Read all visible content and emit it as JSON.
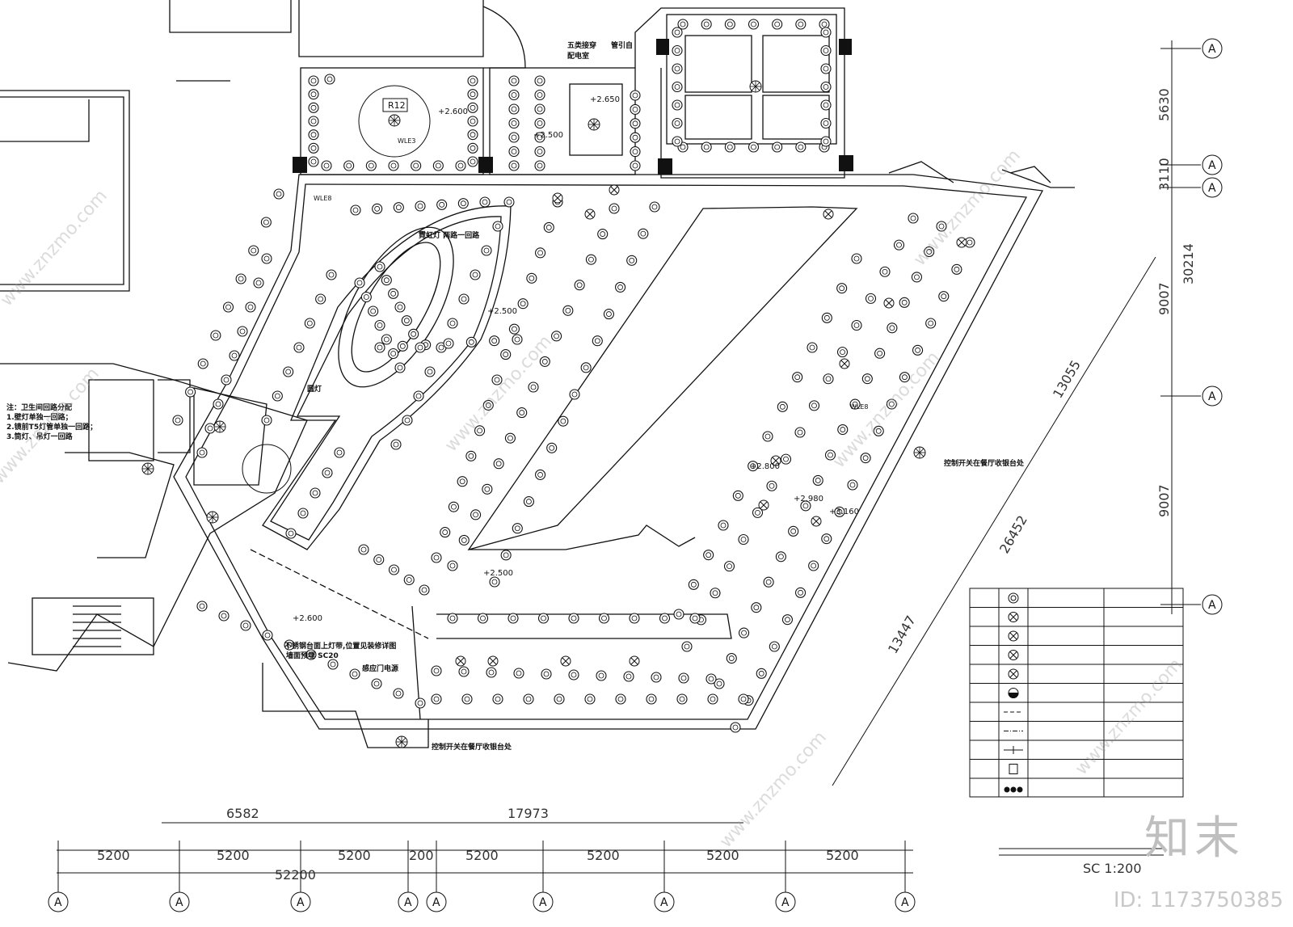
{
  "drawing": {
    "rooms": {
      "r12": "R12",
      "wle3": "WLE3",
      "wle8_a": "WLE8",
      "wle8_b": "WLE8"
    },
    "notes": {
      "weak_current": "五类接穿",
      "pipe_lead": "管引自",
      "distribution_room": "配电室",
      "chandelier": "霓虹灯 两路一回路",
      "round_lamp": "圆灯",
      "stainless_light": "不锈钢台面上灯带,位置见装修详图",
      "wall_conduit": "墙面预埋 SC20",
      "auto_door": "感应门电源",
      "switch_bar": "控制开关在餐厅收银台处",
      "switch_front": "控制开关在餐厅收银台处"
    },
    "bath_note": {
      "title": "注：卫生间回路分配",
      "line1": "1.壁灯单独一回路；",
      "line2": "2.镜前T5灯管单独一回路；",
      "line3": "3.筒灯、吊灯一回路"
    },
    "levels": {
      "l1": "+2.600",
      "l2": "+2.650",
      "l3": "+2.500",
      "l4": "+2.500",
      "l5": "+2.500",
      "l6": "+2.800",
      "l7": "+2.980",
      "l8": "+3.160",
      "l9": "+2.600"
    },
    "bottom_dims": [
      "5200",
      "5200",
      "5200",
      "200",
      "5200",
      "5200",
      "5200",
      "5200"
    ],
    "bottom_total": "52200",
    "upper_dims": [
      "6582",
      "17973"
    ],
    "right_dims": [
      "5630",
      "3110",
      "30214",
      "9007",
      "9007"
    ],
    "diag_dims": [
      "13055",
      "26452",
      "13447"
    ],
    "axis_label": "A",
    "scale": "SC 1:200"
  },
  "legend": {
    "rows": [
      {
        "symbol": "downlight-icon"
      },
      {
        "symbol": "spot-lamp-icon"
      },
      {
        "symbol": "twin-spot-icon"
      },
      {
        "symbol": "chandelier-icon"
      },
      {
        "symbol": "wall-spot-icon"
      },
      {
        "symbol": "wall-lamp-icon"
      },
      {
        "symbol": "dashed-line-icon"
      },
      {
        "symbol": "dash-dot-line-icon"
      },
      {
        "symbol": "cross-line-icon"
      },
      {
        "symbol": "panel-icon"
      },
      {
        "symbol": "switch-group-icon"
      }
    ]
  },
  "watermark": {
    "text": "www.znzmo.com",
    "brand": "知末",
    "id": "ID: 1173750385"
  },
  "colors": {
    "line": "#111111",
    "watermark": "#9a9a9a"
  }
}
